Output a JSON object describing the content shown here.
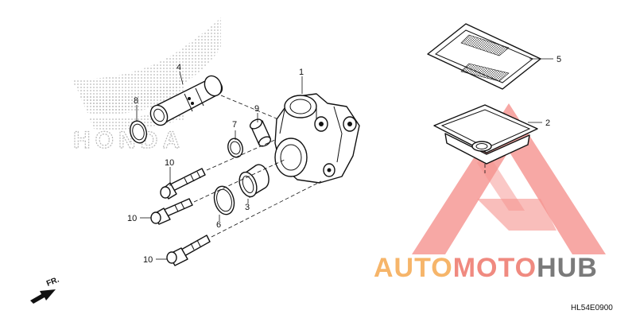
{
  "diagram": {
    "callouts": [
      {
        "id": "c1",
        "label": "1"
      },
      {
        "id": "c2",
        "label": "2"
      },
      {
        "id": "c3",
        "label": "3"
      },
      {
        "id": "c4",
        "label": "4"
      },
      {
        "id": "c5",
        "label": "5"
      },
      {
        "id": "c6",
        "label": "6"
      },
      {
        "id": "c7",
        "label": "7"
      },
      {
        "id": "c8",
        "label": "8"
      },
      {
        "id": "c9",
        "label": "9"
      },
      {
        "id": "c10a",
        "label": "10"
      },
      {
        "id": "c10b",
        "label": "10"
      },
      {
        "id": "c10c",
        "label": "10"
      }
    ],
    "direction_label": "FR.",
    "diagram_code": "HL54E0900",
    "brand_watermark": "HONDA"
  },
  "watermark": {
    "part_a": "AUTO",
    "part_b": "MOTO",
    "part_c": "HUB",
    "colors": {
      "orange": "#f6b56a",
      "red": "#f08a80",
      "gray": "#7a7a7a",
      "triangle": "#f47f7a"
    }
  },
  "colors": {
    "line": "#111111",
    "dots": "#b8b8b8"
  }
}
